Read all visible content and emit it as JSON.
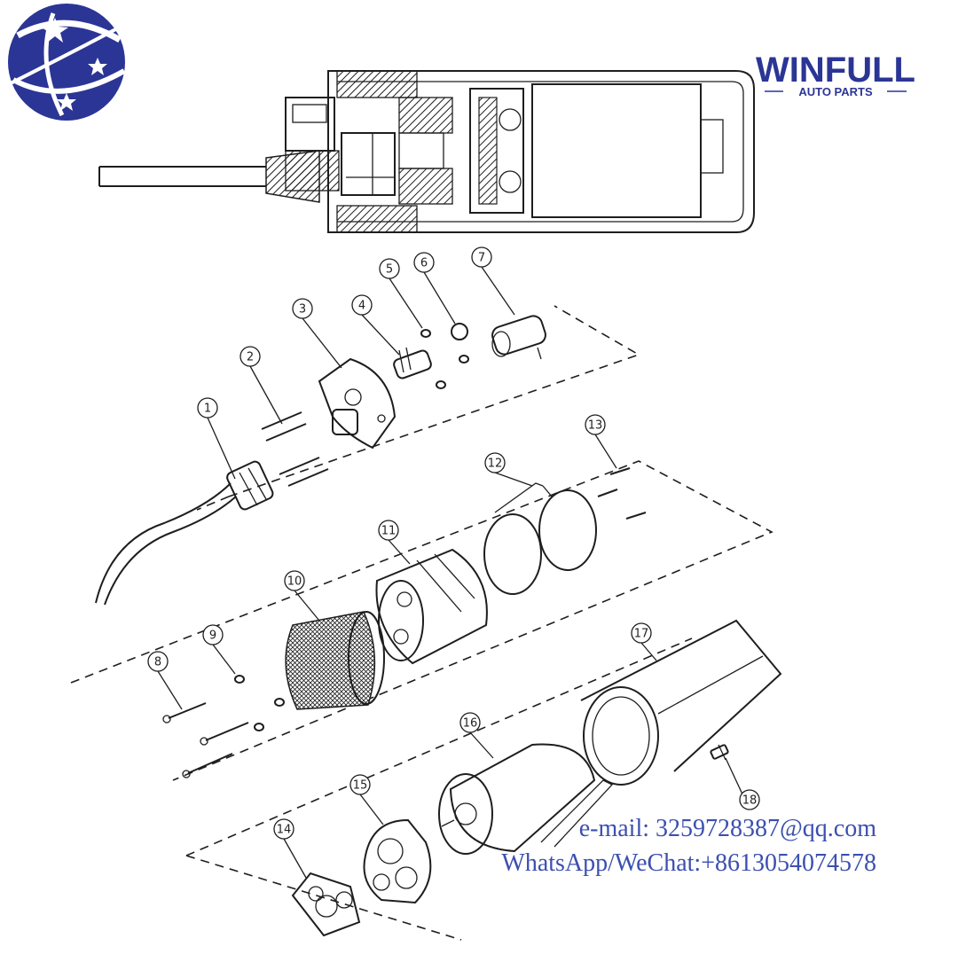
{
  "brand": {
    "name": "WINFULL",
    "tagline": "AUTO PARTS",
    "logo_color": "#2b3595"
  },
  "parts": [
    {
      "id": "part-1",
      "label": "1"
    },
    {
      "id": "part-2",
      "label": "2"
    },
    {
      "id": "part-3",
      "label": "3"
    },
    {
      "id": "part-4",
      "label": "4"
    },
    {
      "id": "part-5",
      "label": "5"
    },
    {
      "id": "part-6",
      "label": "6"
    },
    {
      "id": "part-7",
      "label": "7"
    },
    {
      "id": "part-8",
      "label": "8"
    },
    {
      "id": "part-9",
      "label": "9"
    },
    {
      "id": "part-10",
      "label": "10"
    },
    {
      "id": "part-11",
      "label": "11"
    },
    {
      "id": "part-12",
      "label": "12"
    },
    {
      "id": "part-13",
      "label": "13"
    },
    {
      "id": "part-14",
      "label": "14"
    },
    {
      "id": "part-15",
      "label": "15"
    },
    {
      "id": "part-16",
      "label": "16"
    },
    {
      "id": "part-17",
      "label": "17"
    },
    {
      "id": "part-18",
      "label": "18"
    }
  ],
  "contact": {
    "email": "e-mail: 3259728387@qq.com",
    "whatsapp": "WhatsApp/WeChat:+8613054074578",
    "color": "#3c4fb0"
  }
}
